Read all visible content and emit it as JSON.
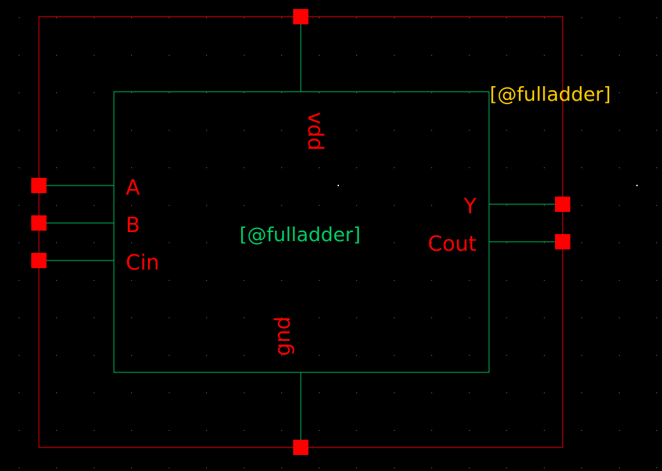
{
  "colors": {
    "background": "#000000",
    "grid_dot": "#ffffff",
    "boundary": "#ff0000",
    "body_outline": "#00cc66",
    "wire": "#00cc66",
    "pin": "#ff0000",
    "pin_label": "#ff0000",
    "instance_label": "#00cc66",
    "cell_label": "#ffcc00"
  },
  "symbol": {
    "cell_label": "[@fulladder]",
    "instance_label": "[@fulladder]"
  },
  "pins": {
    "vdd": "vdd",
    "gnd": "gnd",
    "A": "A",
    "B": "B",
    "Cin": "Cin",
    "Y": "Y",
    "Cout": "Cout"
  }
}
